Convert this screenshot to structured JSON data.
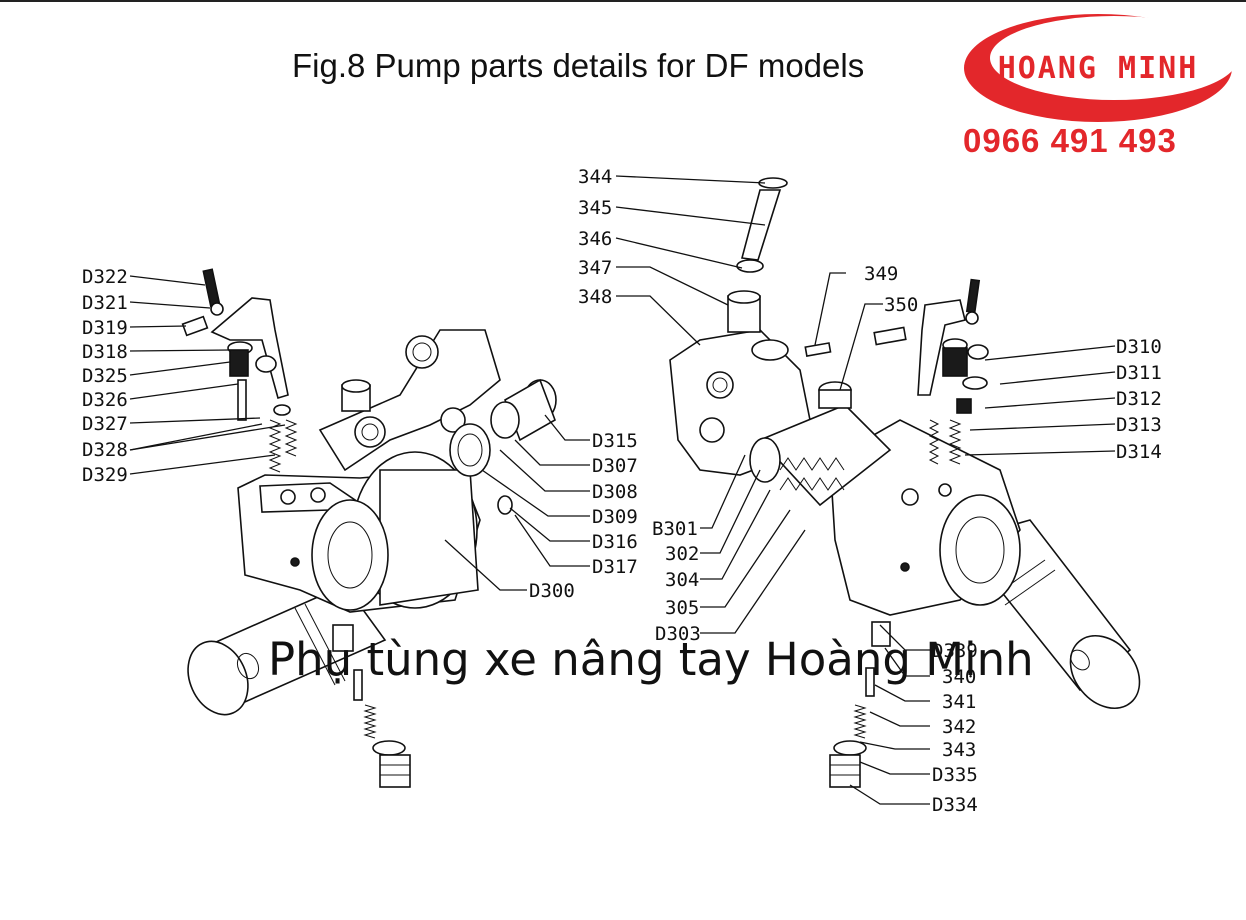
{
  "title": "Fig.8  Pump parts details for DF models",
  "logo": {
    "text": "HOANG MINH",
    "color": "#e3272b"
  },
  "phone": "0966 491 493",
  "watermark": "Phụ tùng xe nâng tay Hoàng Minh",
  "labels_left": [
    "D322",
    "D321",
    "D319",
    "D318",
    "D325",
    "D326",
    "D327",
    "D328",
    "D329"
  ],
  "labels_center_right": [
    "D315",
    "D307",
    "D308",
    "D309",
    "D316",
    "D317",
    "D300"
  ],
  "labels_top": [
    "344",
    "345",
    "346",
    "347",
    "348",
    "349",
    "350"
  ],
  "labels_center_left": [
    "B301",
    "302",
    "304",
    "305",
    "D303"
  ],
  "labels_right": [
    "D310",
    "D311",
    "D312",
    "D313",
    "D314"
  ],
  "labels_bottom_right": [
    "D339",
    "340",
    "341",
    "342",
    "343",
    "D335",
    "D334"
  ]
}
